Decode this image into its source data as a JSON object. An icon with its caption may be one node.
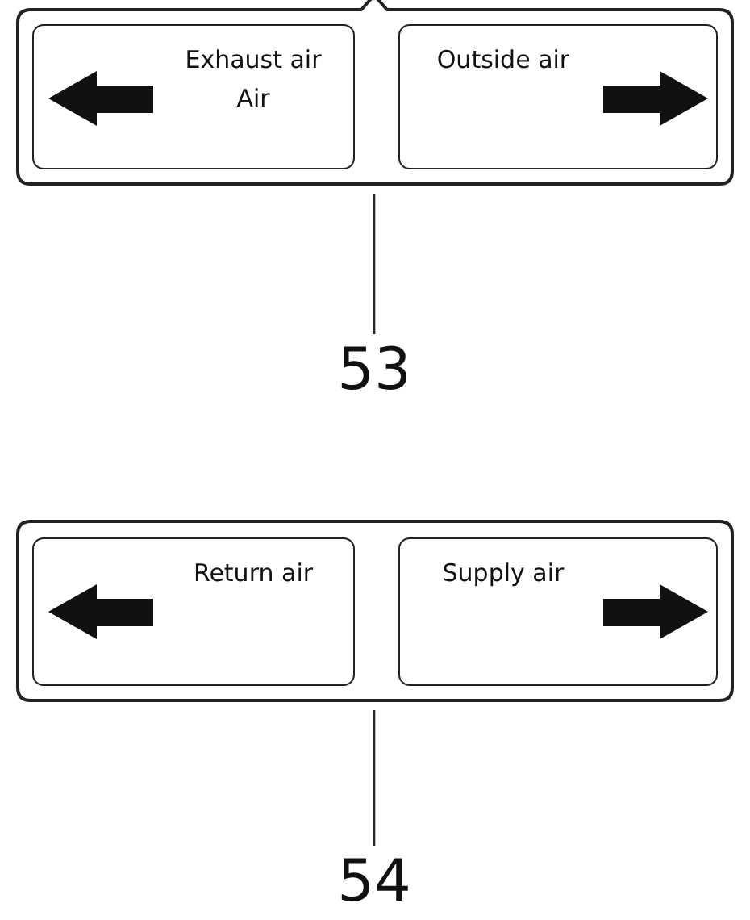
{
  "diagram": {
    "nodes": [
      {
        "text": [],
        "shape": "box"
      },
      {
        "text": [
          "Exhaust air",
          "Air"
        ],
        "in": 0
      },
      {
        "text": [
          "Outside air"
        ],
        "in": 0
      },
      {
        "text": [
          "53"
        ]
      },
      {
        "text": [],
        "shape": "box"
      },
      {
        "text": [
          "Return air"
        ],
        "in": 4
      },
      {
        "text": [
          "Supply air"
        ],
        "in": 4
      },
      {
        "text": [
          "54"
        ]
      }
    ],
    "edges": [
      {
        "from": 3,
        "to": 0,
        "arrow": "none"
      },
      {
        "from": 7,
        "to": 4,
        "arrow": "none"
      }
    ]
  }
}
